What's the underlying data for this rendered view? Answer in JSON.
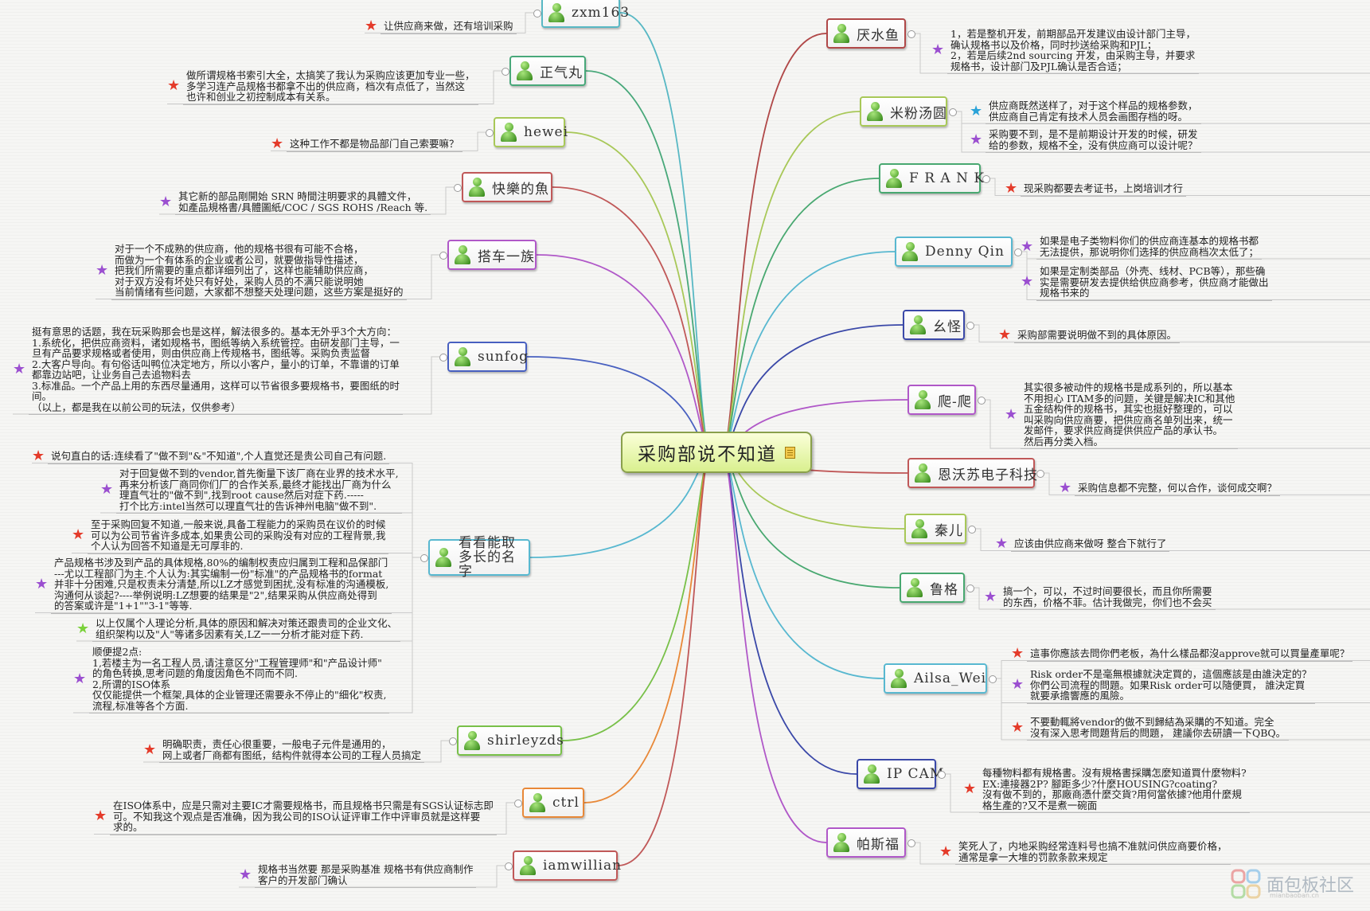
{
  "central": {
    "title": "采购部说不知道",
    "icon": "note-icon"
  },
  "left_branches": [
    {
      "name": "zxm163",
      "comments": [
        {
          "star": "red",
          "text": "让供应商来做，还有培训采购"
        }
      ]
    },
    {
      "name": "正气丸",
      "comments": [
        {
          "star": "red",
          "text": "做所谓规格书索引大全，太搞笑了我认为采购应该更加专业一些，\n多学习连产品规格书都拿不出的供应商，档次有点低了，当然这\n也许和创业之初控制成本有关系。"
        }
      ]
    },
    {
      "name": "hewei",
      "comments": [
        {
          "star": "red",
          "text": "这种工作不都是物品部门自己索要嘛？"
        }
      ]
    },
    {
      "name": "快樂的魚",
      "comments": [
        {
          "star": "purple",
          "text": "其它新的部品剛開始 SRN 時間注明要求的具體文件，\n如產品規格書/具體圖紙/COC / SGS ROHS /Reach 等."
        }
      ]
    },
    {
      "name": "搭车一族",
      "comments": [
        {
          "star": "purple",
          "text": "对于一个不成熟的供应商，他的规格书很有可能不合格，\n而做为一个有体系的企业或者公司，就要做指导性描述，\n把我们所需要的重点都详细列出了，这样也能辅助供应商，\n对于双方没有坏处只有好处，采购人员的不满只能说明她\n当前情绪有些问题，大家都不想整天处理问题，这些方案是挺好的"
        }
      ]
    },
    {
      "name": "sunfog",
      "comments": [
        {
          "star": "purple",
          "text": "挺有意思的话题，我在玩采购那会也是这样，解法很多的。基本无外乎3个大方向：\n1.系统化，把供应商资料，诸如规格书，图纸等纳入系统管控。由研发部门主导，一\n旦有产品要求规格或者使用，则由供应商上传规格书，图纸等。采购负责监督\n2.大客户导向。有句俗话叫鸭位决定地方，所以小客户，量小的订单，不靠谱的订单\n都靠边站吧，让业务自己去追物料去\n3.标准品。一个产品上用的东西尽量通用，这样可以节省很多要规格书，要图纸的时\n间。\n（以上，都是我在以前公司的玩法，仅供参考）"
        }
      ]
    },
    {
      "name": "看看能取多长的名字",
      "comments": [
        {
          "star": "red",
          "text": "说句直白的话:连续看了\"做不到\"&\"不知道\",个人直觉还是贵公司自己有问题."
        },
        {
          "star": "purple",
          "text": "对于回复做不到的vendor,首先衡量下该厂商在业界的技术水平,\n再来分析该厂商同你们厂的合作关系,最终才能找出厂商为什么\n理直气壮的\"做不到\",找到root cause然后对症下药.-----\n打个比方:intel当然可以理直气壮的告诉神州电脑\"做不到\"."
        },
        {
          "star": "red",
          "text": "至于采购回复不知道,一般来说,具备工程能力的采购员在议价的时候\n可以为公司节省许多成本,如果贵公司的采购没有对应的工程背景,我\n个人认为回答不知道是无可厚非的."
        },
        {
          "star": "purple",
          "text": "产品规格书涉及到产品的具体规格,80%的编制权责应归属到工程和品保部门\n---尤以工程部门为主.个人认为:其实编制一份\"标准\"的产品规格书的format\n并非十分困难,只是权责未分清楚,所以LZ才感觉到困扰,没有标准的沟通模板,\n沟通何从谈起?----举例说明:LZ想要的结果是\"2\",结果采购从供应商处得到\n的答案或许是\"1+1\"\"3-1\"等等."
        },
        {
          "star": "green",
          "text": "以上仅属个人理论分析,具体的原因和解决对策还跟贵司的企业文化、\n组织架构以及\"人\"等诸多因素有关,LZ一一分析才能对症下药."
        },
        {
          "star": "purple",
          "text": "顺便提2点:\n1,若楼主为一名工程人员,请注意区分\"工程管理师\"和\"产品设计师\"\n的角色转换,思考问题的角度因角色不同而不同.\n2,所谓的ISO体系\n仅仅能提供一个框架,具体的企业管理还需要永不停止的\"细化\"权责,\n流程,标准等各个方面."
        }
      ]
    },
    {
      "name": "shirleyzds",
      "comments": [
        {
          "star": "red",
          "text": "明确职责，责任心很重要，一般电子元件是通用的，\n网上或者厂商都有图纸，结构件就得本公司的工程人员搞定"
        }
      ]
    },
    {
      "name": "ctrl",
      "comments": [
        {
          "star": "red",
          "text": "在ISO体系中，应是只需对主要IC才需要规格书，而且规格书只需是有SGS认证标志即\n可。不知我这个观点是否准确，因为我公司的ISO认证评审工作中评审员就是这样要\n求的。"
        }
      ]
    },
    {
      "name": "iamwillian",
      "comments": [
        {
          "star": "purple",
          "text": "规格书当然要 那是采购基准 规格书有供应商制作\n客户的开发部门确认"
        }
      ]
    }
  ],
  "right_branches": [
    {
      "name": "厌水鱼",
      "comments": [
        {
          "star": "purple",
          "text": "1，若是整机开发，前期部品开发建议由设计部门主导，\n确认规格书以及价格，同时抄送给采购和PJL；\n2，若是后续2nd sourcing 开发，由采购主导，并要求\n规格书，设计部门及PJL确认是否合适；"
        }
      ]
    },
    {
      "name": "米粉汤圆",
      "comments": [
        {
          "star": "blue",
          "text": "供应商既然送样了，对于这个样品的规格参数，\n供应商自己肯定有技术人员会画图存档的呀。"
        },
        {
          "star": "purple",
          "text": "采购要不到，是不是前期设计开发的时候，研发\n给的参数，规格不全，没有供应商可以设计呢？"
        }
      ]
    },
    {
      "name": "F R A N K",
      "comments": [
        {
          "star": "red",
          "text": "现采购都要去考证书，上岗培训才行"
        }
      ]
    },
    {
      "name": "Denny Qin",
      "comments": [
        {
          "star": "purple",
          "text": "如果是电子类物料你们的供应商连基本的规格书都\n无法提供，那说明你们选择的供应商档次太低了；"
        },
        {
          "star": "purple",
          "text": "如果是定制类部品（外壳、线材、PCB等），那些确\n实是需要研发去提供给供应商参考，供应商才能做出\n规格书来的"
        }
      ]
    },
    {
      "name": "幺怪",
      "comments": [
        {
          "star": "red",
          "text": "采购部需要说明做不到的具体原因。"
        }
      ]
    },
    {
      "name": "爬-爬",
      "comments": [
        {
          "star": "purple",
          "text": "其实很多被动件的规格书是成系列的，所以基本\n不用担心 ITAM多的问题，关键是解决IC和其他\n五金结构件的规格书，其实也挺好整理的，可以\n叫采购向供应商要，把供应商名单列出来，统一\n发邮件，要求供应商提供供应产品的承认书。\n然后再分类入档。"
        }
      ]
    },
    {
      "name": "恩沃苏电子科技",
      "comments": [
        {
          "star": "purple",
          "text": "采购信息都不完整，何以合作，谈何成交啊？"
        }
      ]
    },
    {
      "name": "秦儿",
      "comments": [
        {
          "star": "purple",
          "text": "应该由供应商来做呀  整合下就行了"
        }
      ]
    },
    {
      "name": "鲁格",
      "comments": [
        {
          "star": "purple",
          "text": "搞一个，可以，不过时间要很长，而且你所需要\n的东西，价格不菲。估计我做完，你们也不会买"
        }
      ]
    },
    {
      "name": "Ailsa_Wei",
      "comments": [
        {
          "star": "red",
          "text": "這事你應該去問你們老板，為什么樣品都沒approve就可以買量產單呢？"
        },
        {
          "star": "purple",
          "text": "Risk order不是毫無根據就決定買的，這個應該是由誰決定的？\n你們公司流程的問題。如果Risk order可以隨便買，  誰決定買\n就要承擔響應的風險。"
        },
        {
          "star": "red",
          "text": "不要動輒將vendor的做不到歸結為采購的不知道。完全\n沒有深入思考問題背后的問題，  建議你去研讀一下QBQ。"
        }
      ]
    },
    {
      "name": "IP CAM",
      "comments": [
        {
          "star": "red",
          "text": "每種物料都有規格書。沒有規格書採購怎麼知道買什麼物料?\nEX:連接器2P? 腳距多少?什麼HOUSING?coating?\n沒有做不到的，那廠商憑什麼交貨?用何當依據?他用什麼規\n格生產的?又不是煮一碗面"
        }
      ]
    },
    {
      "name": "帕斯福",
      "comments": [
        {
          "star": "red",
          "text": "笑死人了，内地采购经常连料号也搞不准就问供应商要价格，\n通常是拿一大堆的罚款条款来规定"
        }
      ]
    }
  ],
  "colors": {
    "background": "#f6f6f4",
    "central_fill": "#e4f5a6",
    "star_red": "#e43b2a",
    "star_purple": "#9b4fd0",
    "star_blue": "#2aa3d8",
    "star_green": "#7ad13a"
  },
  "watermark": {
    "text": "面包板社区",
    "sub": "mianbaoban.cn"
  }
}
